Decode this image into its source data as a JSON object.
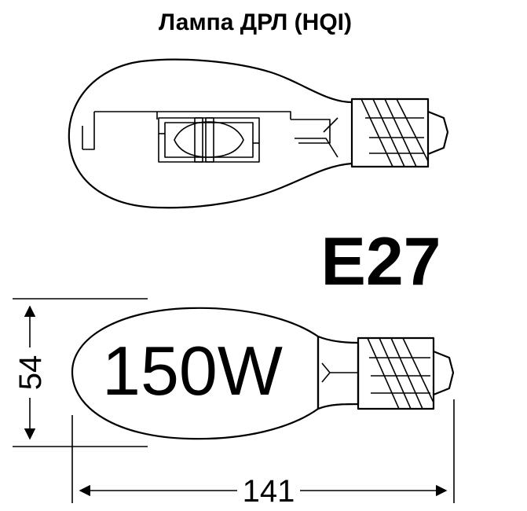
{
  "title": "Лампа ДРЛ (HQI)",
  "socket_label": "E27",
  "power_label": "150W",
  "dimensions": {
    "diameter": "54",
    "length": "141"
  },
  "colors": {
    "bulb_fill": "#c9c9c9",
    "cap_fill": "#ffffff",
    "arc_tube_tint": "#d8d8d8",
    "line": "#000000"
  }
}
